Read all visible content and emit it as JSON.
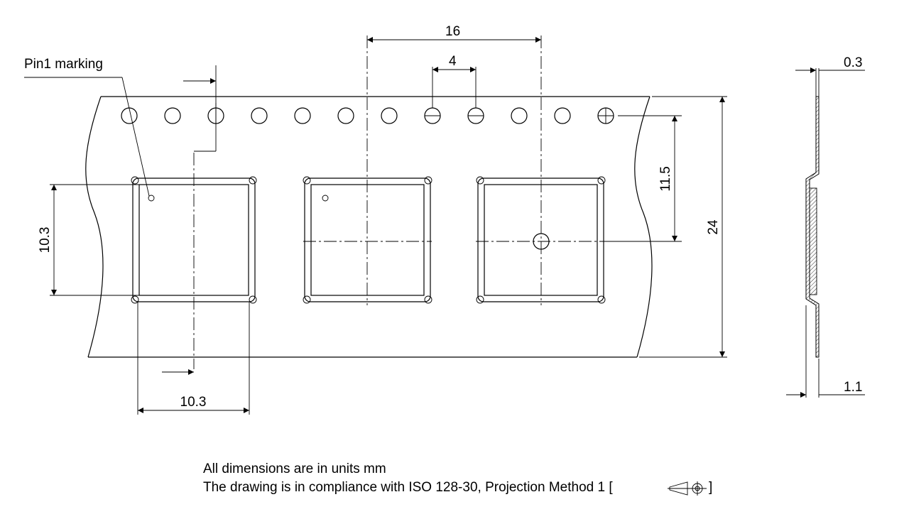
{
  "labels": {
    "pin1_marking": "Pin1 marking",
    "dim_pitch_pocket": "16",
    "dim_pitch_hole": "4",
    "dim_thickness": "0.3",
    "dim_pocket_depth": "1.1",
    "dim_hole_to_center": "11.5",
    "dim_tape_width": "24",
    "dim_pocket_height": "10.3",
    "dim_pocket_width": "10.3"
  },
  "notes": {
    "line1": "All dimensions are in units mm",
    "line2_prefix": "The drawing is in compliance with ISO 128-30, Projection Method 1 [",
    "line2_suffix": "]"
  }
}
